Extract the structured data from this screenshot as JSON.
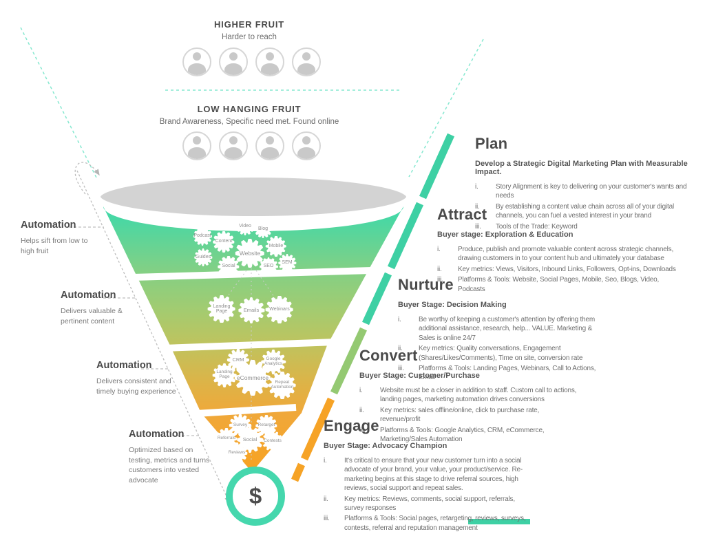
{
  "header": {
    "higher_fruit": {
      "title": "HIGHER FRUIT",
      "subtitle": "Harder to reach"
    },
    "low_hanging_fruit": {
      "title": "LOW HANGING FRUIT",
      "subtitle": "Brand Awareness, Specific need met. Found online"
    }
  },
  "automation_notes": [
    {
      "title": "Automation",
      "description": "Helps sift from low to high fruit"
    },
    {
      "title": "Automation",
      "description": "Delivers valuable & pertinent content"
    },
    {
      "title": "Automation",
      "description": "Delivers consistent and timely buying experience"
    },
    {
      "title": "Automation",
      "description": "Optimized based on testing, metrics and turns customers into vested advocate"
    }
  ],
  "stages": [
    {
      "name": "Plan",
      "subtitle": "Develop a Strategic Digital Marketing Plan with Measurable Impact.",
      "items": [
        {
          "num": "i.",
          "text": "Story Alignment is key to delivering on your customer's wants and needs"
        },
        {
          "num": "ii.",
          "text": "By establishing a content value chain across all of your digital channels, you can fuel a vested interest in your brand"
        },
        {
          "num": "iii.",
          "text": "Tools of the Trade: Keyword"
        }
      ]
    },
    {
      "name": "Attract",
      "subtitle": "Buyer stage: Exploration & Education",
      "items": [
        {
          "num": "i.",
          "text": "Produce, publish and promote valuable content across strategic channels, drawing customers in to your content hub and ultimately your database"
        },
        {
          "num": "ii.",
          "text": "Key metrics: Views, Visitors, Inbound Links, Followers, Opt-ins, Downloads"
        },
        {
          "num": "iii.",
          "text": "Platforms & Tools: Website, Social Pages, Mobile, Seo, Blogs, Video, Podcasts"
        }
      ]
    },
    {
      "name": "Nurture",
      "subtitle": "Buyer Stage: Decision Making",
      "items": [
        {
          "num": "i.",
          "text": "Be worthy of keeping a customer's attention by offering them additional assistance, research, help... VALUE. Marketing & Sales is online 24/7"
        },
        {
          "num": "ii.",
          "text": "Key metrics: Quality conversations, Engagement (Shares/Likes/Comments), Time on site, conversion rate"
        },
        {
          "num": "iii.",
          "text": "Platforms & Tools: Landing Pages, Webinars, Call to Actions, Email"
        }
      ]
    },
    {
      "name": "Convert",
      "subtitle": "Buyer Stage: Customer/Purchase",
      "items": [
        {
          "num": "i.",
          "text": "Website must be a closer in addition to staff. Custom call to actions, landing pages, marketing automation drives conversions"
        },
        {
          "num": "ii.",
          "text": "Key metrics: sales offline/online, click to purchase rate, revenue/profit"
        },
        {
          "num": "iii.",
          "text": "Platforms & Tools: Google Analytics, CRM, eCommerce, Marketing/Sales Automation"
        }
      ]
    },
    {
      "name": "Engage",
      "subtitle": "Buyer Stage: Advocacy Champion",
      "items": [
        {
          "num": "i.",
          "text": "It's critical to ensure that your new customer turn into a social advocate of your brand, your value, your product/service. Re-marketing begins at this stage to drive referral sources, high reviews, social support and repeat sales."
        },
        {
          "num": "ii.",
          "text": "Key metrics: Reviews, comments, social support, referrals, survey responses"
        },
        {
          "num": "iii.",
          "text": "Platforms & Tools: Social pages, retargeting, reviews, surveys, contests, referral and reputation management"
        }
      ]
    }
  ],
  "funnel": {
    "gears": {
      "attract": [
        "Video",
        "Blog",
        "Podcast",
        "Content",
        "Website",
        "Mobile",
        "Guides",
        "Social",
        "SEO",
        "SEM"
      ],
      "nurture": [
        "Landing Page",
        "Emails",
        "Webinars"
      ],
      "convert": [
        "CRM",
        "Google Analytics",
        "Landing Page",
        "eCommerce",
        "Repeat Automation"
      ],
      "engage": [
        "Survey",
        "Retarget",
        "Referrals",
        "Social",
        "Contests",
        "Reviews"
      ]
    },
    "dollar_symbol": "$"
  },
  "colors": {
    "teal": "#3ed0a4",
    "green": "#8ccd77",
    "olive": "#c2c25c",
    "orange": "#f7a322",
    "funnel_top_gray": "#d3d3d3",
    "dollar_ring": "#45d7ad",
    "text_dark": "#4a4a4a",
    "text_body": "#6e6e6e"
  }
}
